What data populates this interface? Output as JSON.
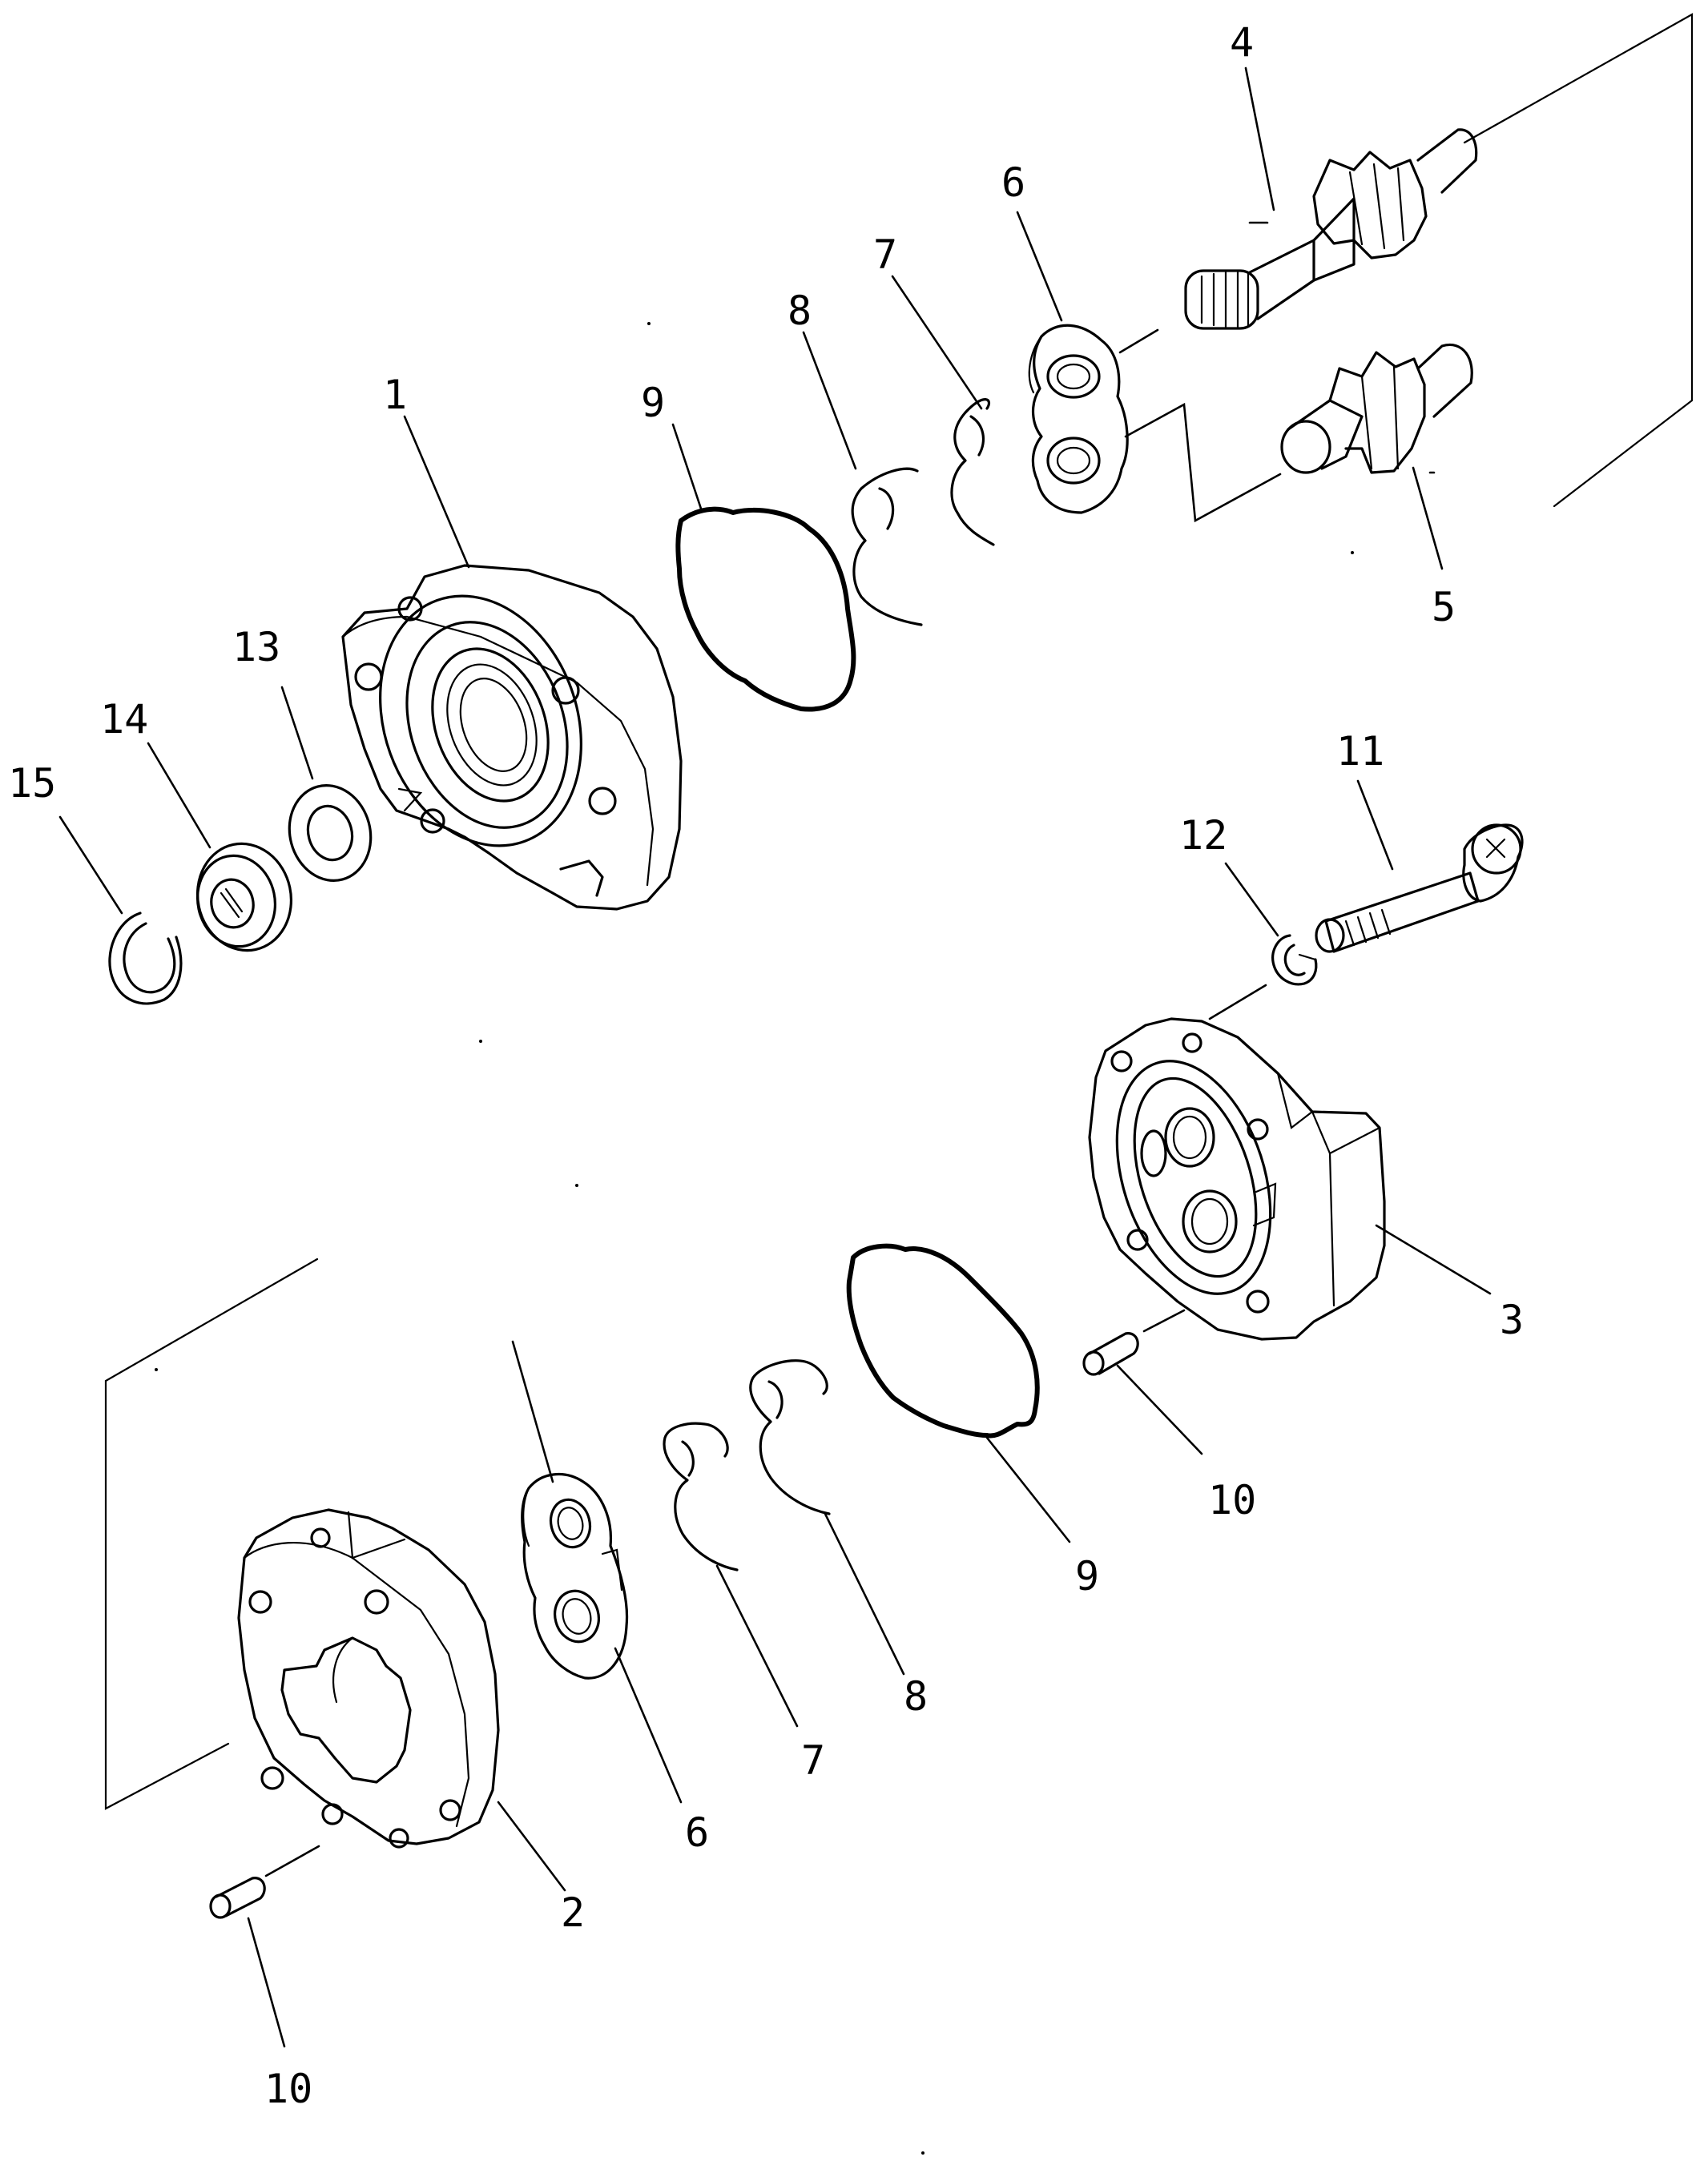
{
  "callouts": {
    "c1": "1",
    "c2": "2",
    "c3": "3",
    "c4": "4",
    "c5": "5",
    "c6a": "6",
    "c6b": "6",
    "c7a": "7",
    "c7b": "7",
    "c8a": "8",
    "c8b": "8",
    "c9a": "9",
    "c9b": "9",
    "c10a": "10",
    "c10b": "10",
    "c11": "11",
    "c12": "12",
    "c13": "13",
    "c14": "14",
    "c15": "15"
  },
  "colors": {
    "line": "#000000",
    "background": "#ffffff"
  }
}
